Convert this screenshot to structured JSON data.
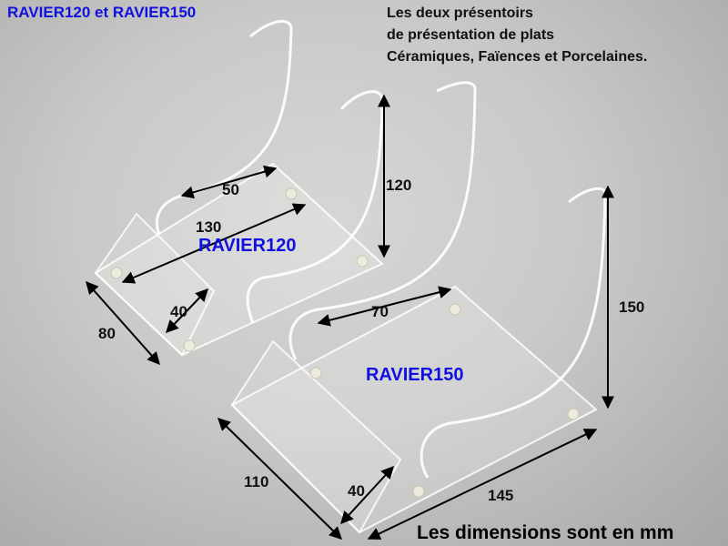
{
  "heading": "RAVIER120 et RAVIER150",
  "description": [
    "Les deux présentoirs",
    "de présentation de plats",
    "Céramiques, Faïences et Porcelaines."
  ],
  "models": {
    "small": "RAVIER120",
    "large": "RAVIER150"
  },
  "dimensions": {
    "small_hook_depth": "50",
    "small_base_length": "130",
    "small_height": "120",
    "small_lip": "40",
    "small_width": "80",
    "large_hook_depth": "70",
    "large_height": "150",
    "large_width": "110",
    "large_lip": "40",
    "large_base_length": "145"
  },
  "footer": "Les dimensions sont en mm",
  "colors": {
    "label_blue": "#1010e0",
    "text": "#111111",
    "acrylic_edge": "#f4f6f6",
    "backdrop": "#c9c9c7"
  }
}
